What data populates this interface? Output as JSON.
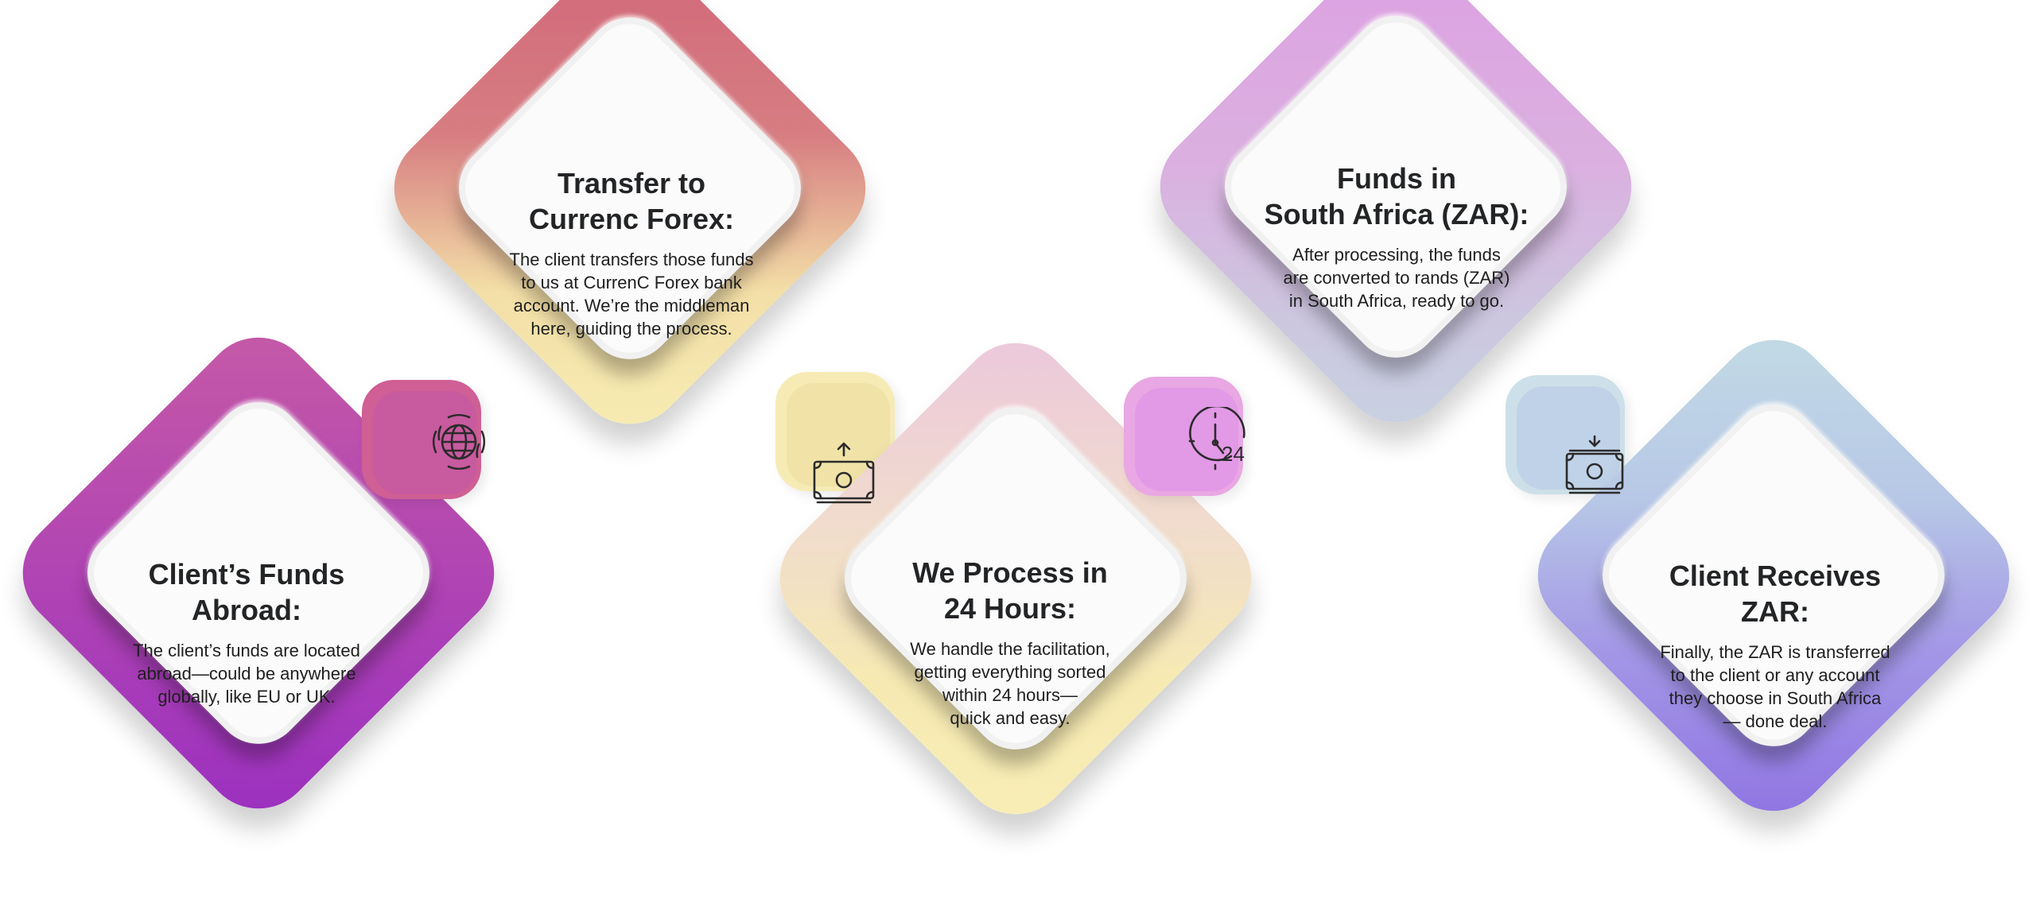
{
  "steps": [
    {
      "title": "Client’s Funds\nAbroad:",
      "description": "The client’s funds are located\nabroad—could be anywhere\nglobally, like EU or UK.",
      "color": "#a33bb8"
    },
    {
      "title": "Transfer to\nCurrenc Forex:",
      "description": "The client transfers those funds\nto us at CurrenC Forex bank\naccount. We’re the middleman\nhere, guiding the process.",
      "color": "#d36b7e"
    },
    {
      "title": "We Process in\n24 Hours:",
      "description": "We handle the facilitation,\ngetting everything sorted\nwithin 24 hours—\nquick and easy.",
      "color": "#f6e7a6"
    },
    {
      "title": "Funds in\nSouth Africa (ZAR):",
      "description": "After processing, the funds\nare converted to rands (ZAR)\nin South Africa, ready to go.",
      "color": "#dba3e3"
    },
    {
      "title": "Client Receives\nZAR:",
      "description": "Finally, the ZAR is transferred\nto the client or any account\nthey choose in South Africa\n— done deal.",
      "color": "#9b86e6"
    }
  ],
  "icons": [
    {
      "name": "globe-icon",
      "label": ""
    },
    {
      "name": "money-upload-icon",
      "label": ""
    },
    {
      "name": "clock-24-icon",
      "label": "24"
    },
    {
      "name": "money-download-icon",
      "label": ""
    }
  ]
}
